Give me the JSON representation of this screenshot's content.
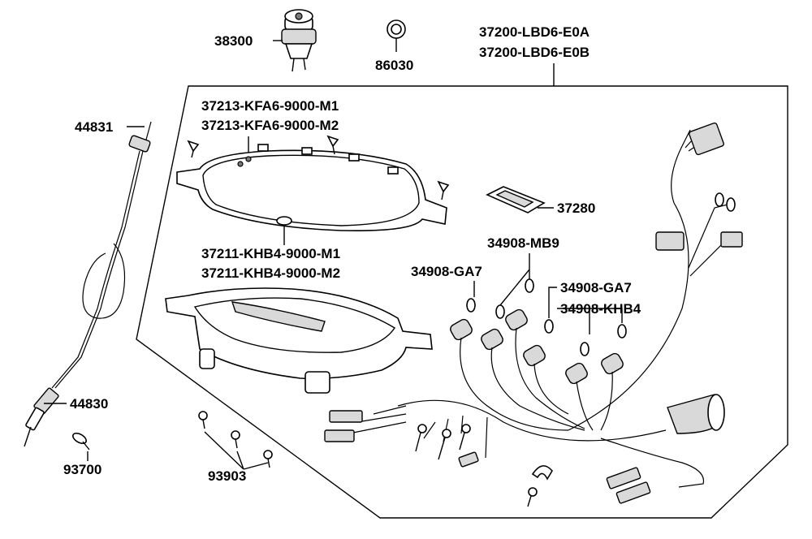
{
  "labels": {
    "assembly_a": "37200-LBD6-E0A",
    "assembly_b": "37200-LBD6-E0B",
    "ignition": "38300",
    "washer": "86030",
    "cable_top": "44831",
    "cable_bottom": "44830",
    "screw_single": "93700",
    "screws_group": "93903",
    "upper_case_1": "37213-KFA6-9000-M1",
    "upper_case_2": "37213-KFA6-9000-M2",
    "lower_case_1": "37211-KHB4-9000-M1",
    "lower_case_2": "37211-KHB4-9000-M2",
    "plate": "37280",
    "bulb_mb9": "34908-MB9",
    "bulb_ga7_left": "34908-GA7",
    "bulb_ga7_right": "34908-GA7",
    "bulb_khb4": "34908-KHB4"
  },
  "colors": {
    "line": "#000000",
    "part_fill": "#ffffff",
    "shade": "#d9d9d9",
    "dark": "#7a7a7a"
  }
}
